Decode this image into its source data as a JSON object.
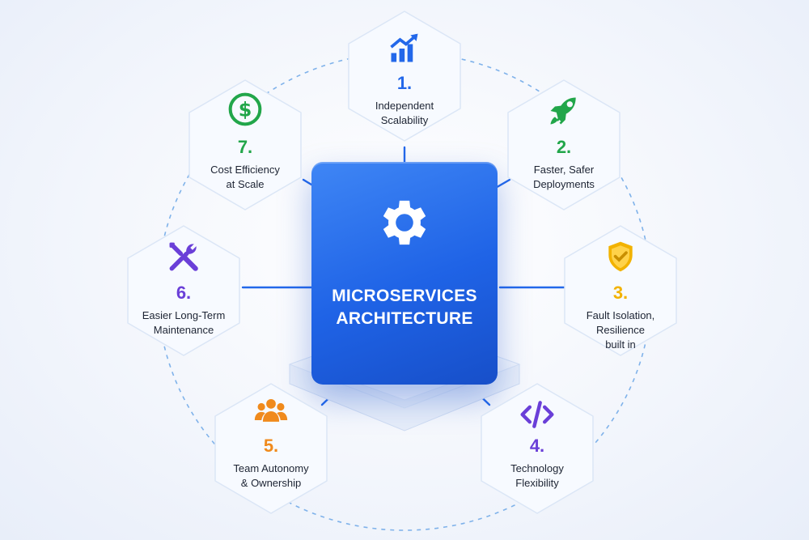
{
  "center": {
    "title_line1": "MICROSERVICES",
    "title_line2": "ARCHITECTURE",
    "icon": "gear-icon",
    "color": "#2368ea"
  },
  "benefits": [
    {
      "number": "1.",
      "line1": "Independent",
      "line2": "Scalability",
      "line3": "",
      "icon": "growth-chart-icon",
      "color": "#2368ea"
    },
    {
      "number": "2.",
      "line1": "Faster, Safer",
      "line2": "Deployments",
      "line3": "",
      "icon": "rocket-icon",
      "color": "#22a64a"
    },
    {
      "number": "3.",
      "line1": "Fault Isolation,",
      "line2": "Resilience",
      "line3": "built in",
      "icon": "shield-check-icon",
      "color": "#f2b200"
    },
    {
      "number": "4.",
      "line1": "Technology",
      "line2": "Flexibility",
      "line3": "",
      "icon": "code-icon",
      "color": "#6a3fd8"
    },
    {
      "number": "5.",
      "line1": "Team Autonomy",
      "line2": "& Ownership",
      "line3": "",
      "icon": "team-icon",
      "color": "#f08a1c"
    },
    {
      "number": "6.",
      "line1": "Easier Long-Term",
      "line2": "Maintenance",
      "line3": "",
      "icon": "tools-icon",
      "color": "#6a3fd8"
    },
    {
      "number": "7.",
      "line1": "Cost Efficiency",
      "line2": "at Scale",
      "line3": "",
      "icon": "dollar-icon",
      "color": "#22a64a"
    }
  ]
}
